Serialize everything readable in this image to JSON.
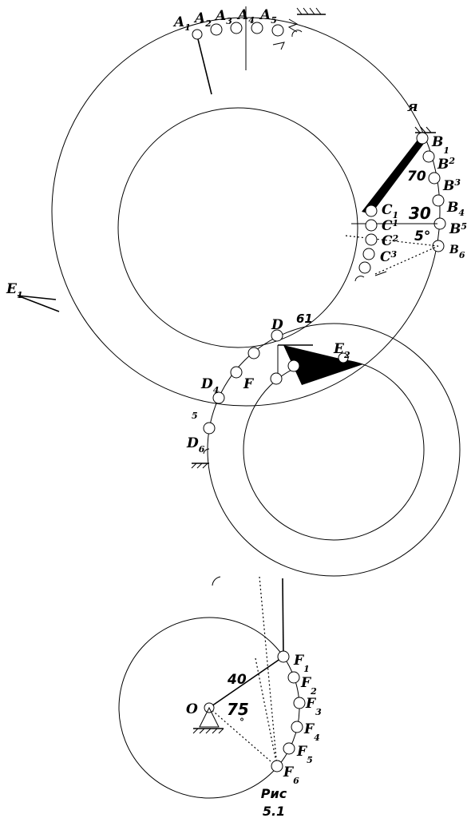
{
  "figure": {
    "caption_line1": "Рис",
    "caption_line2": "5.1"
  },
  "points": {
    "A": [
      "A",
      "1",
      "2",
      "3",
      "4",
      "5"
    ],
    "B": [
      "B",
      "1",
      "2",
      "3",
      "4",
      "5",
      "6"
    ],
    "C": [
      "C",
      "1",
      "2",
      "3"
    ],
    "D": [
      "D",
      "4",
      "5",
      "6"
    ],
    "E": [
      "E",
      "1",
      "2"
    ],
    "F": [
      "F",
      "1",
      "2",
      "3",
      "4",
      "5",
      "6"
    ],
    "O": "O"
  },
  "dimensions": {
    "ab_length": "70",
    "c_offset": "30",
    "b_angle": "5°",
    "d_dim": "61",
    "of_length": "40",
    "o_angle": "75",
    "o_angle_deg": "°"
  },
  "fragments": {
    "ya": "я",
    "d_top": "D",
    "f_mid": "F"
  }
}
